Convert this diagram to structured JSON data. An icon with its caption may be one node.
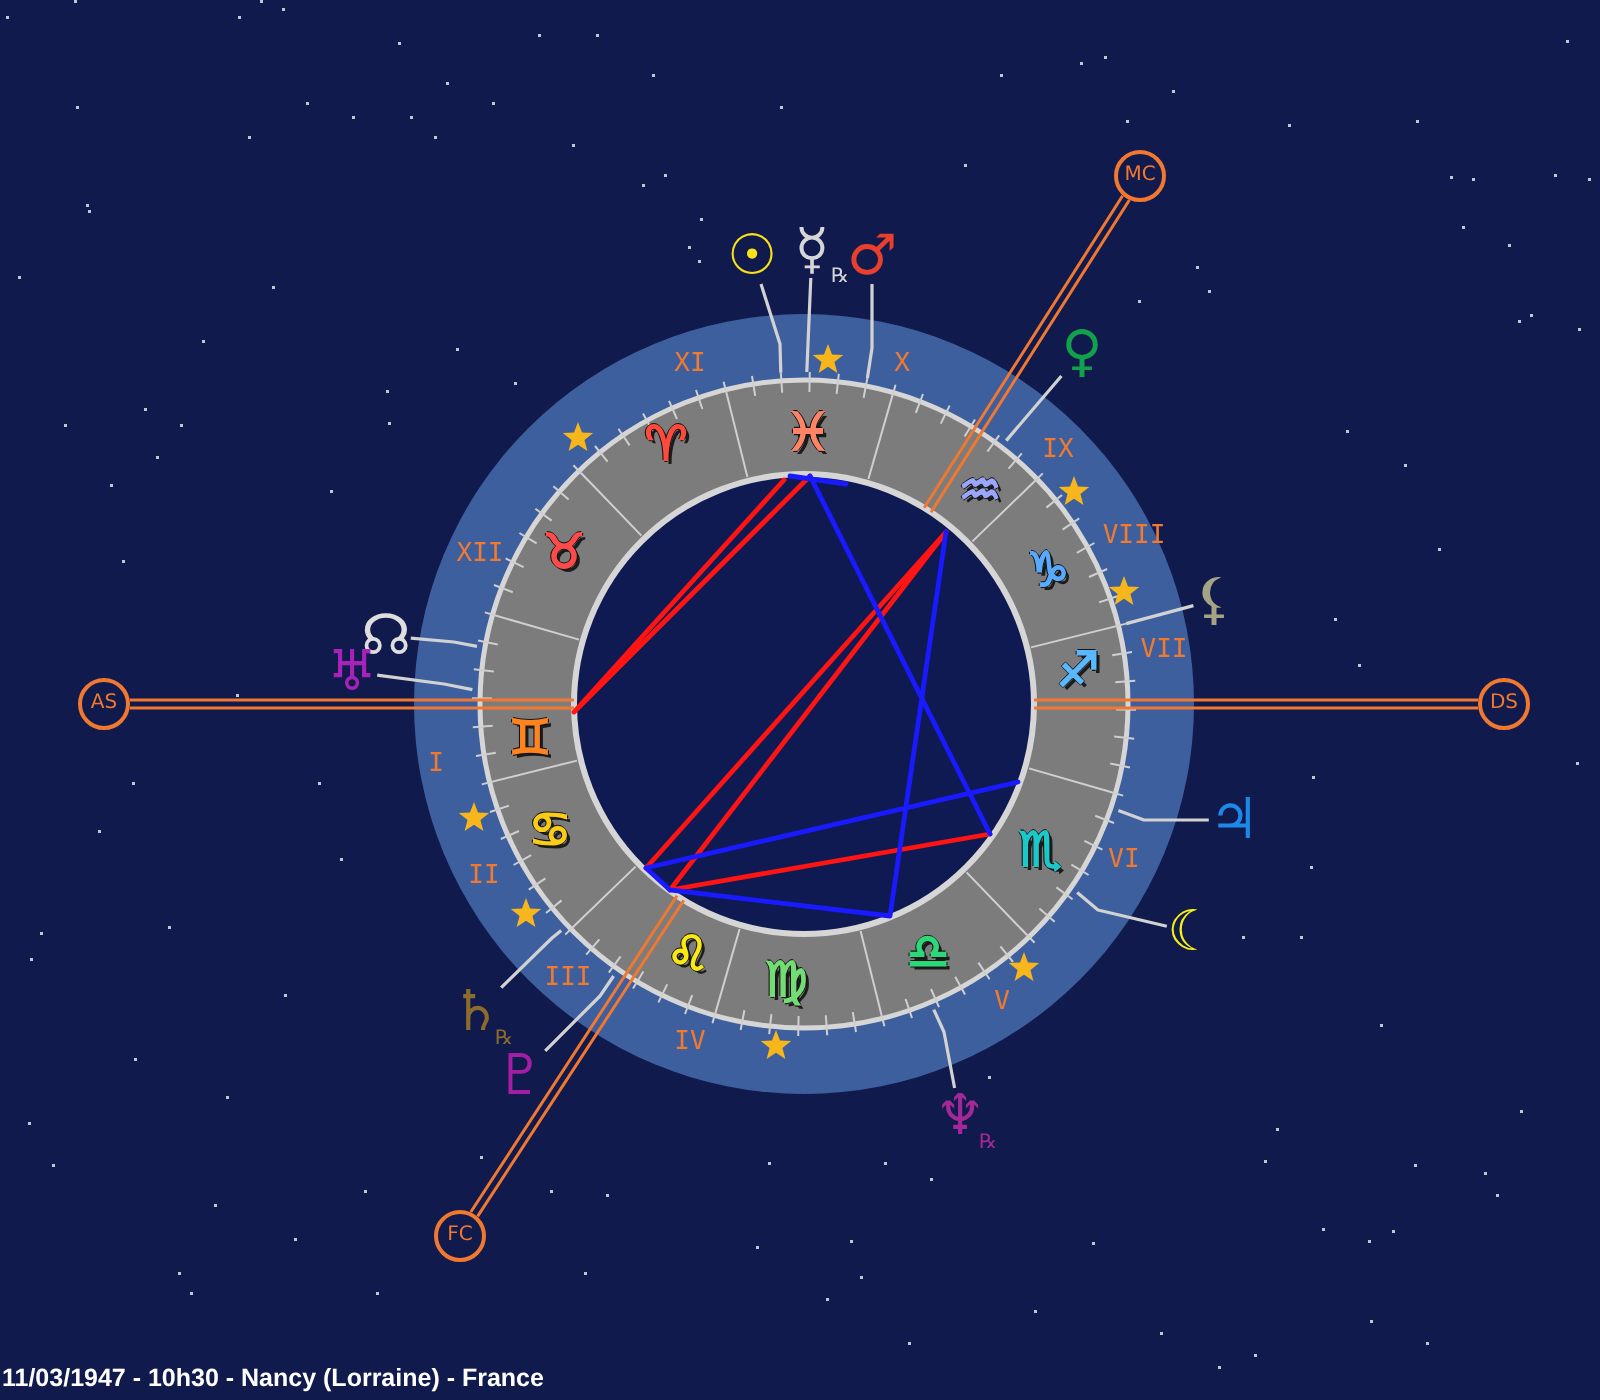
{
  "diagram": {
    "caption": "11/03/1947 - 10h30 - Nancy (Lorraine) - France",
    "nodes": [
      {
        "text": [
          "MC"
        ]
      },
      {
        "text": [
          "☉"
        ]
      },
      {
        "text": [
          "☿"
        ],
        "beside": [
          "℞"
        ]
      },
      {
        "text": [
          "♂"
        ]
      },
      {
        "text": [
          "♀"
        ]
      },
      {
        "text": [
          "⚸"
        ]
      },
      {
        "text": [
          "☊"
        ]
      },
      {
        "text": [
          "AS"
        ]
      },
      {
        "text": [
          "♅"
        ]
      },
      {
        "text": [
          "DS"
        ]
      },
      {
        "text": [
          "♃"
        ]
      },
      {
        "text": [
          "☾"
        ]
      },
      {
        "text": [
          "♄"
        ],
        "beside": [
          "℞"
        ]
      },
      {
        "text": [
          "♇"
        ]
      },
      {
        "text": [
          "♆"
        ],
        "beside": [
          "℞"
        ]
      },
      {
        "text": [
          "FC"
        ]
      }
    ],
    "edges": [
      {
        "from": 0,
        "to": null,
        "arrow": "none",
        "color": "#f07830"
      },
      {
        "from": 1,
        "to": null,
        "arrow": "none"
      },
      {
        "from": 2,
        "to": null,
        "arrow": "none"
      },
      {
        "from": 3,
        "to": null,
        "arrow": "none"
      },
      {
        "from": 4,
        "to": null,
        "arrow": "none"
      },
      {
        "from": 5,
        "to": null,
        "arrow": "none"
      },
      {
        "from": 6,
        "to": null,
        "arrow": "none"
      },
      {
        "from": 7,
        "to": null,
        "arrow": "none",
        "color": "#f07830"
      },
      {
        "from": 8,
        "to": null,
        "arrow": "none"
      },
      {
        "from": 9,
        "to": null,
        "arrow": "none",
        "color": "#f07830"
      },
      {
        "from": 10,
        "to": null,
        "arrow": "none"
      },
      {
        "from": 11,
        "to": null,
        "arrow": "none"
      },
      {
        "from": 12,
        "to": null,
        "arrow": "none"
      },
      {
        "from": 13,
        "to": null,
        "arrow": "none"
      },
      {
        "from": 14,
        "to": null,
        "arrow": "none"
      },
      {
        "from": 15,
        "to": null,
        "arrow": "none",
        "color": "#f07830"
      }
    ],
    "labels": [
      "XI",
      "X",
      "♈",
      "♓",
      "♒",
      "IX",
      "XII",
      "♉",
      "♑",
      "VIII",
      "VII",
      "♐",
      "♊",
      "I",
      "II",
      "♋",
      "♏",
      "VI",
      "III",
      "♌",
      "♍",
      "♎",
      "V",
      "IV"
    ]
  }
}
